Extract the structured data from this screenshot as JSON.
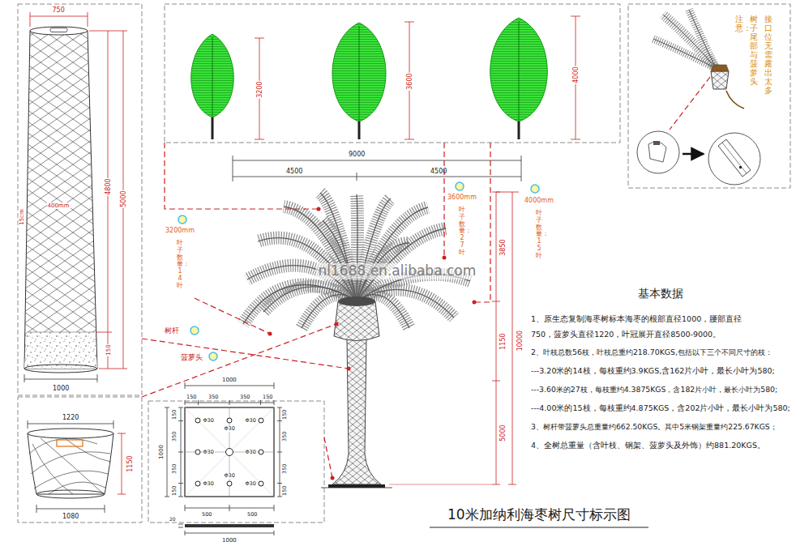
{
  "diagram": {
    "title": "10米加纳利海枣树尺寸标示图",
    "labels": [
      "750",
      "15cm",
      "400mm",
      "4800",
      "5000",
      "150",
      "1000",
      "1220",
      "1150",
      "1080",
      "3200",
      "3600",
      "4000",
      "注意：",
      "树子尾部与菠萝头",
      "接口位无需露出太多",
      "9000",
      "4500",
      "4500",
      "3200mm",
      "叶子数量：14叶",
      "3600mm",
      "叶子数量：27叶",
      "4000mm",
      "叶子数量：15叶",
      "3850",
      "1150",
      "10000",
      "5000",
      "树杆",
      "菠萝头",
      "1000",
      "150",
      "350",
      "350",
      "150",
      "1000",
      "150",
      "350",
      "350",
      "150",
      "150",
      "350",
      "350",
      "150",
      "Φ30",
      "Φ30",
      "Φ30",
      "Φ30",
      "Φ30",
      "Φ30",
      "Φ30",
      "Φ30",
      "500",
      "500",
      "1000",
      "20",
      "基本数据",
      "1、原生态复制海枣树标本海枣的根部直径1000，腰部直径750，菠萝头直径1220，叶冠展开直径8500-9000。",
      "2、叶枝总数56枝，叶枝总重约218.70KGS,包括以下三个不同尺寸的枝：",
      "---3.20米的14枝，每枝重约3.9KGS,含162片小叶，最长小叶为580;",
      "---3.60米的27枝，每枝重约4.3875KGS，含182片小叶，最长小叶为580;",
      "---4.00米的15枝，每枝重约4.875KGS，含202片小叶，最长小叶为580;",
      "3、树杆带菠萝头总重量约662.50KGS。其中5米钢架重量约225.67KGS；",
      "4、全树总重量（含叶枝、钢架、菠萝头及外饰）约881.20KGS。",
      "nl1688.en.alibaba.com"
    ]
  }
}
